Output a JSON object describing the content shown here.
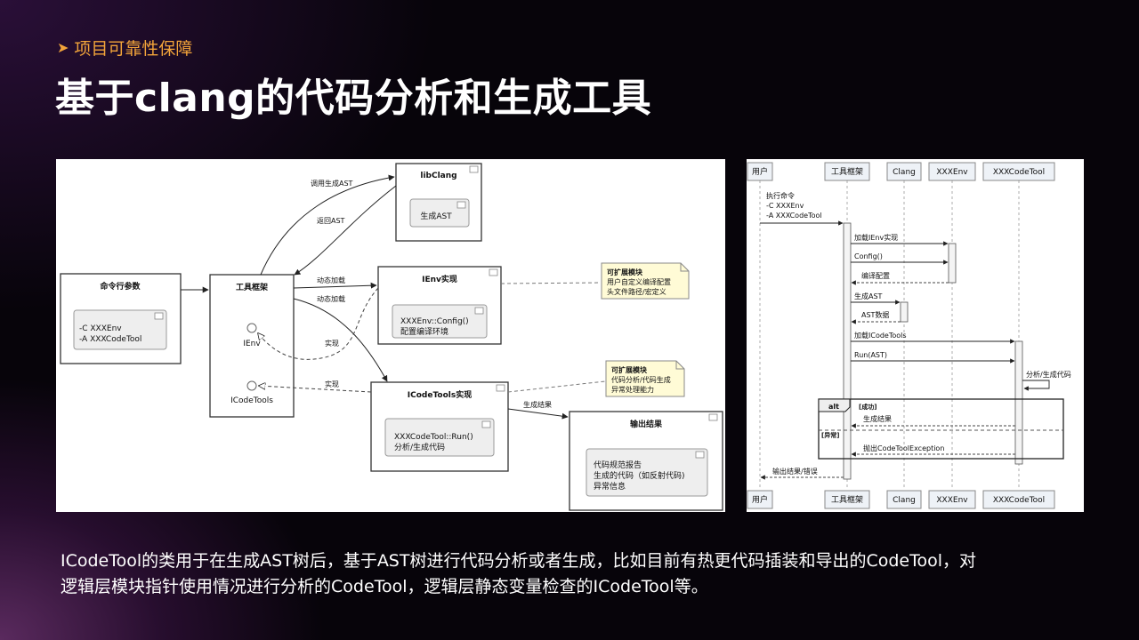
{
  "slide": {
    "section": "项目可靠性保障",
    "title": "基于clang的代码分析和生成工具",
    "description_line1": "ICodeTool的类用于在生成AST树后，基于AST树进行代码分析或者生成，比如目前有热更代码插装和导出的CodeTool，对",
    "description_line2": "逻辑层模块指针使用情况进行分析的CodeTool，逻辑层静态变量检查的ICodeTool等。"
  },
  "component_diagram": {
    "cmd": {
      "title": "命令行参数",
      "line1": "-C XXXEnv",
      "line2": "-A XXXCodeTool"
    },
    "framework": {
      "title": "工具框架",
      "ienv": "IEnv",
      "icodetools": "ICodeTools"
    },
    "libclang": {
      "title": "libClang",
      "inner": "生成AST"
    },
    "ienv_impl": {
      "title": "IEnv实现",
      "line1": "XXXEnv::Config()",
      "line2": "配置编译环境"
    },
    "icodetools_impl": {
      "title": "ICodeTools实现",
      "line1": "XXXCodeTool::Run()",
      "line2": "分析/生成代码"
    },
    "output": {
      "title": "输出结果",
      "line1": "代码规范报告",
      "line2": "生成的代码（如反射代码)",
      "line3": "异常信息"
    },
    "note1": {
      "title": "可扩展模块",
      "line1": "用户自定义编译配置",
      "line2": "头文件路径/宏定义"
    },
    "note2": {
      "title": "可扩展模块",
      "line1": "代码分析/代码生成",
      "line2": "异常处理能力"
    },
    "labels": {
      "call_ast": "调用生成AST",
      "return_ast": "返回AST",
      "dyn_load1": "动态加载",
      "dyn_load2": "动态加载",
      "impl1": "实现",
      "impl2": "实现",
      "gen_result": "生成结果"
    }
  },
  "sequence_diagram": {
    "participants": [
      "用户",
      "工具框架",
      "Clang",
      "XXXEnv",
      "XXXCodeTool"
    ],
    "msg_exec": [
      "执行命令",
      "-C XXXEnv",
      "-A XXXCodeTool"
    ],
    "msg_load_ienv": "加载IEnv实现",
    "msg_config": "Config()",
    "msg_compile_config": "编译配置",
    "msg_gen_ast": "生成AST",
    "msg_ast_data": "AST数据",
    "msg_load_icodetools": "加载ICodeTools",
    "msg_run": "Run(AST)",
    "msg_analyze": "分析/生成代码",
    "alt_label": "alt",
    "alt_success": "[成功]",
    "msg_gen_result": "生成结果",
    "alt_exception": "[异常]",
    "msg_throw": "抛出CodeToolException",
    "msg_output": "输出结果/错误"
  }
}
